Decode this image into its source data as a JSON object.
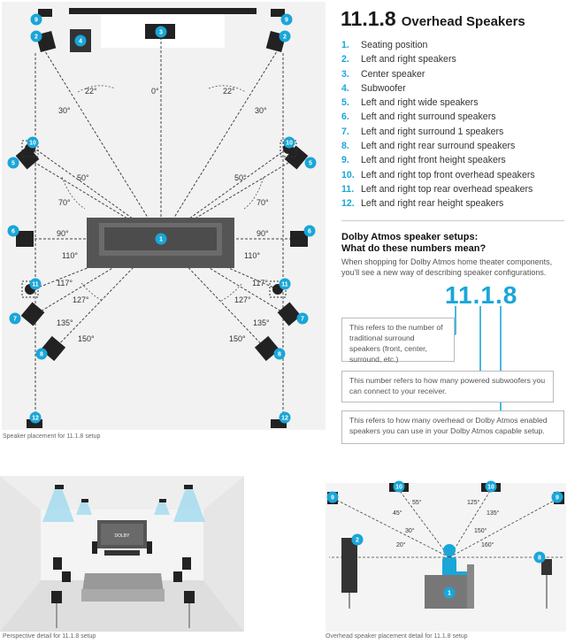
{
  "title": {
    "main": "11.1.8",
    "sub": "Overhead Speakers"
  },
  "legend": [
    {
      "num": "1.",
      "label": "Seating position"
    },
    {
      "num": "2.",
      "label": "Left and right speakers"
    },
    {
      "num": "3.",
      "label": "Center speaker"
    },
    {
      "num": "4.",
      "label": "Subwoofer"
    },
    {
      "num": "5.",
      "label": "Left and right wide speakers"
    },
    {
      "num": "6.",
      "label": "Left and right surround speakers"
    },
    {
      "num": "7.",
      "label": "Left and right surround 1 speakers"
    },
    {
      "num": "8.",
      "label": "Left and right rear surround speakers"
    },
    {
      "num": "9.",
      "label": "Left and right front height speakers"
    },
    {
      "num": "10.",
      "label": "Left and right top front overhead speakers"
    },
    {
      "num": "11.",
      "label": "Left and right top rear overhead speakers"
    },
    {
      "num": "12.",
      "label": "Left and right rear height speakers"
    }
  ],
  "dolby": {
    "heading_line1": "Dolby Atmos speaker setups:",
    "heading_line2": "What do these numbers mean?",
    "description": "When shopping for Dolby Atmos home theater components, you'll see a new way of describing speaker configurations.",
    "config_number": "11.1.8",
    "explanations": [
      "This refers to the number of traditional surround speakers (front, center, surround, etc.)",
      "This number refers to how many powered subwoofers you can connect to your receiver.",
      "This refers to how many overhead or Dolby Atmos enabled speakers you can use in your Dolby Atmos capable setup."
    ]
  },
  "top_view": {
    "angles": [
      "22°",
      "30°",
      "0°",
      "22°",
      "30°",
      "50°",
      "70°",
      "50°",
      "70°",
      "90°",
      "110°",
      "90°",
      "110°",
      "117°",
      "127°",
      "117°",
      "127°",
      "135°",
      "150°",
      "135°",
      "150°"
    ],
    "speaker_numbers": [
      "9",
      "2",
      "4",
      "3",
      "9",
      "2",
      "10",
      "5",
      "10",
      "5",
      "6",
      "6",
      "1",
      "11",
      "11",
      "7",
      "7",
      "8",
      "8",
      "12",
      "12"
    ]
  },
  "overhead_view": {
    "angles": [
      "55°",
      "45°",
      "30°",
      "20°",
      "125°",
      "135°",
      "150°",
      "160°"
    ],
    "speaker_numbers": [
      "9",
      "10",
      "10",
      "9",
      "2",
      "8",
      "1"
    ]
  },
  "perspective": {
    "screen_brand": "DOLBY"
  },
  "captions": {
    "main": "Speaker placement for 11.1.8 setup",
    "perspective": "Perspective detail for 11.1.8 setup",
    "overhead": "Overhead speaker placement detail for 11.1.8 setup"
  },
  "colors": {
    "accent": "#1aa6d8",
    "speaker": "#222222",
    "room": "#f2f2f2",
    "lines": "#444444"
  }
}
